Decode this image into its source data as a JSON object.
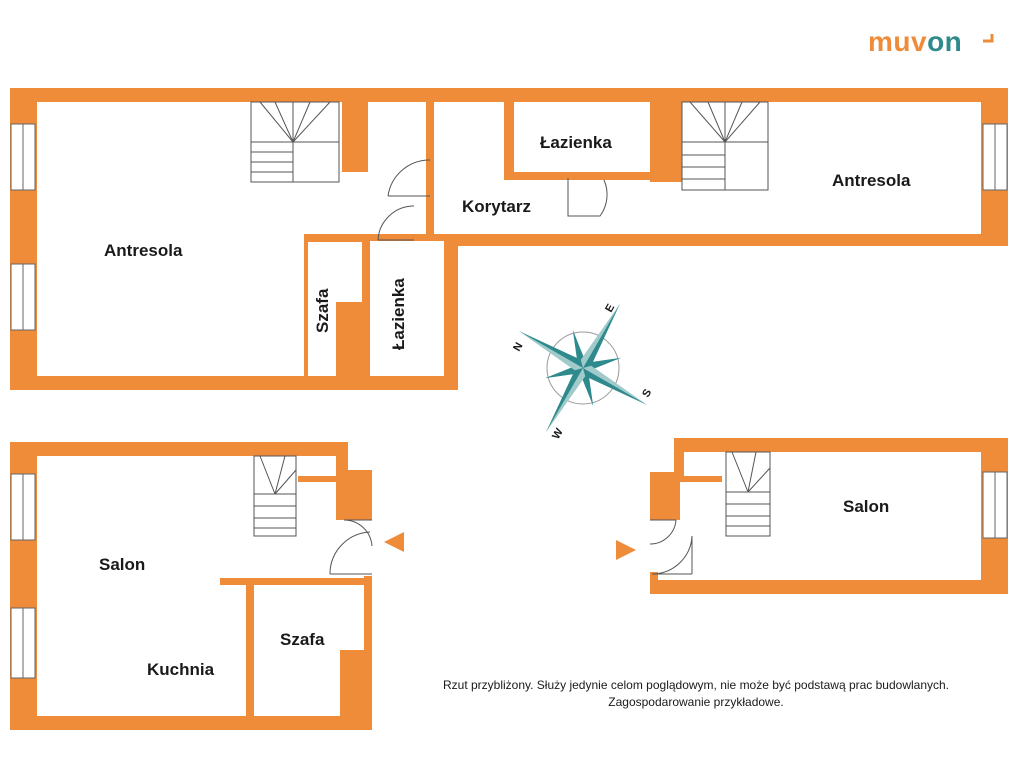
{
  "logo": {
    "part1": "muv",
    "part2": "on"
  },
  "rooms": {
    "antresola_left": "Antresola",
    "szafa_upper": "Szafa",
    "lazienka_left": "Łazienka",
    "lazienka_top": "Łazienka",
    "korytarz": "Korytarz",
    "antresola_right": "Antresola",
    "salon_left": "Salon",
    "kuchnia": "Kuchnia",
    "szafa_lower": "Szafa",
    "salon_right": "Salon"
  },
  "compass": {
    "n": "N",
    "e": "E",
    "s": "S",
    "w": "W"
  },
  "note": {
    "line1": "Rzut przybliżony. Służy jedynie celom poglądowym, nie może być podstawą prac budowlanych.",
    "line2": "Zagospodarowanie przykładowe."
  },
  "colors": {
    "wall": "#ee8c3a",
    "compass": "#2e8a8c",
    "logo_text": "#ee8c3a",
    "logo_accent": "#2e8a8c"
  }
}
